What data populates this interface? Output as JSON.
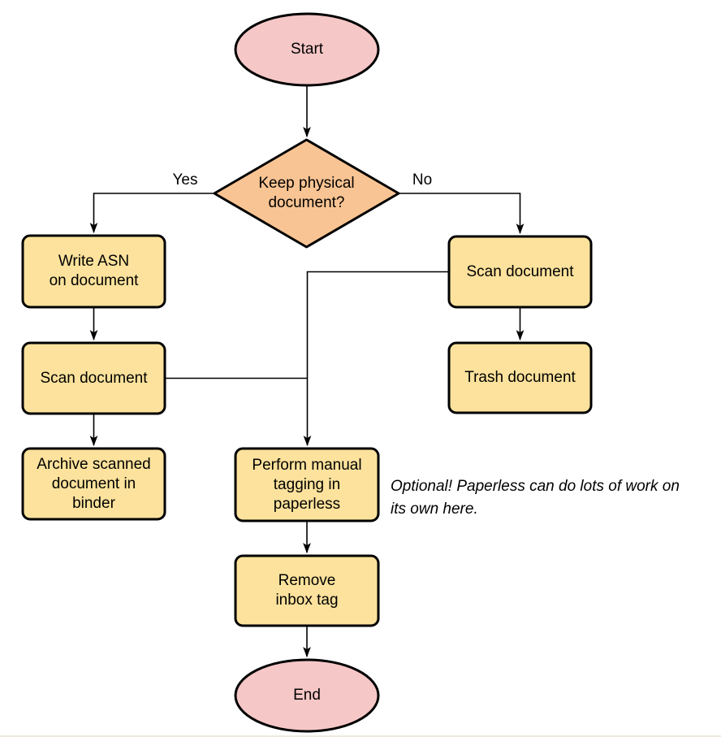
{
  "diagram": {
    "type": "flowchart",
    "nodes": {
      "start": {
        "label": "Start",
        "shape": "terminator"
      },
      "decision": {
        "label": "Keep physical\ndocument?",
        "shape": "decision"
      },
      "write_asn": {
        "label": "Write ASN\non document",
        "shape": "process"
      },
      "scan_left": {
        "label": "Scan document",
        "shape": "process"
      },
      "archive": {
        "label": "Archive scanned\ndocument in\nbinder",
        "shape": "process"
      },
      "scan_right": {
        "label": "Scan document",
        "shape": "process"
      },
      "trash": {
        "label": "Trash document",
        "shape": "process"
      },
      "tagging": {
        "label": "Perform manual\ntagging in\npaperless",
        "shape": "process"
      },
      "remove_inbox": {
        "label": "Remove\ninbox tag",
        "shape": "process"
      },
      "end": {
        "label": "End",
        "shape": "terminator"
      }
    },
    "edge_labels": {
      "yes": "Yes",
      "no": "No"
    },
    "annotation": {
      "text": "Optional! Paperless can do lots of work on\nits own here."
    },
    "colors": {
      "terminator_fill": "#F6C7C7",
      "decision_fill": "#F9C493",
      "process_fill": "#FCE29C",
      "stroke": "#000000"
    }
  }
}
